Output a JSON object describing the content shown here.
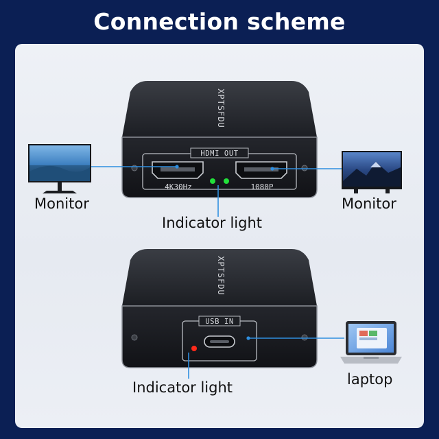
{
  "title": "Connection scheme",
  "top_device": {
    "brand": "XPTSFDU",
    "port_group_label": "HDMI OUT",
    "left_port_spec": "4K30Hz",
    "right_port_spec": "1080P",
    "indicator_color": "#22e03a"
  },
  "bottom_device": {
    "brand": "XPTSFDU",
    "port_label": "USB IN",
    "indicator_color": "#ff2a1a"
  },
  "labels": {
    "monitor_left": "Monitor",
    "monitor_right": "Monitor",
    "indicator_top": "Indicator light",
    "indicator_bottom": "Indicator light",
    "laptop": "laptop"
  },
  "colors": {
    "background": "#0b1f54",
    "connector_line": "#2f8fe0",
    "device_body": "#1b1d22"
  }
}
